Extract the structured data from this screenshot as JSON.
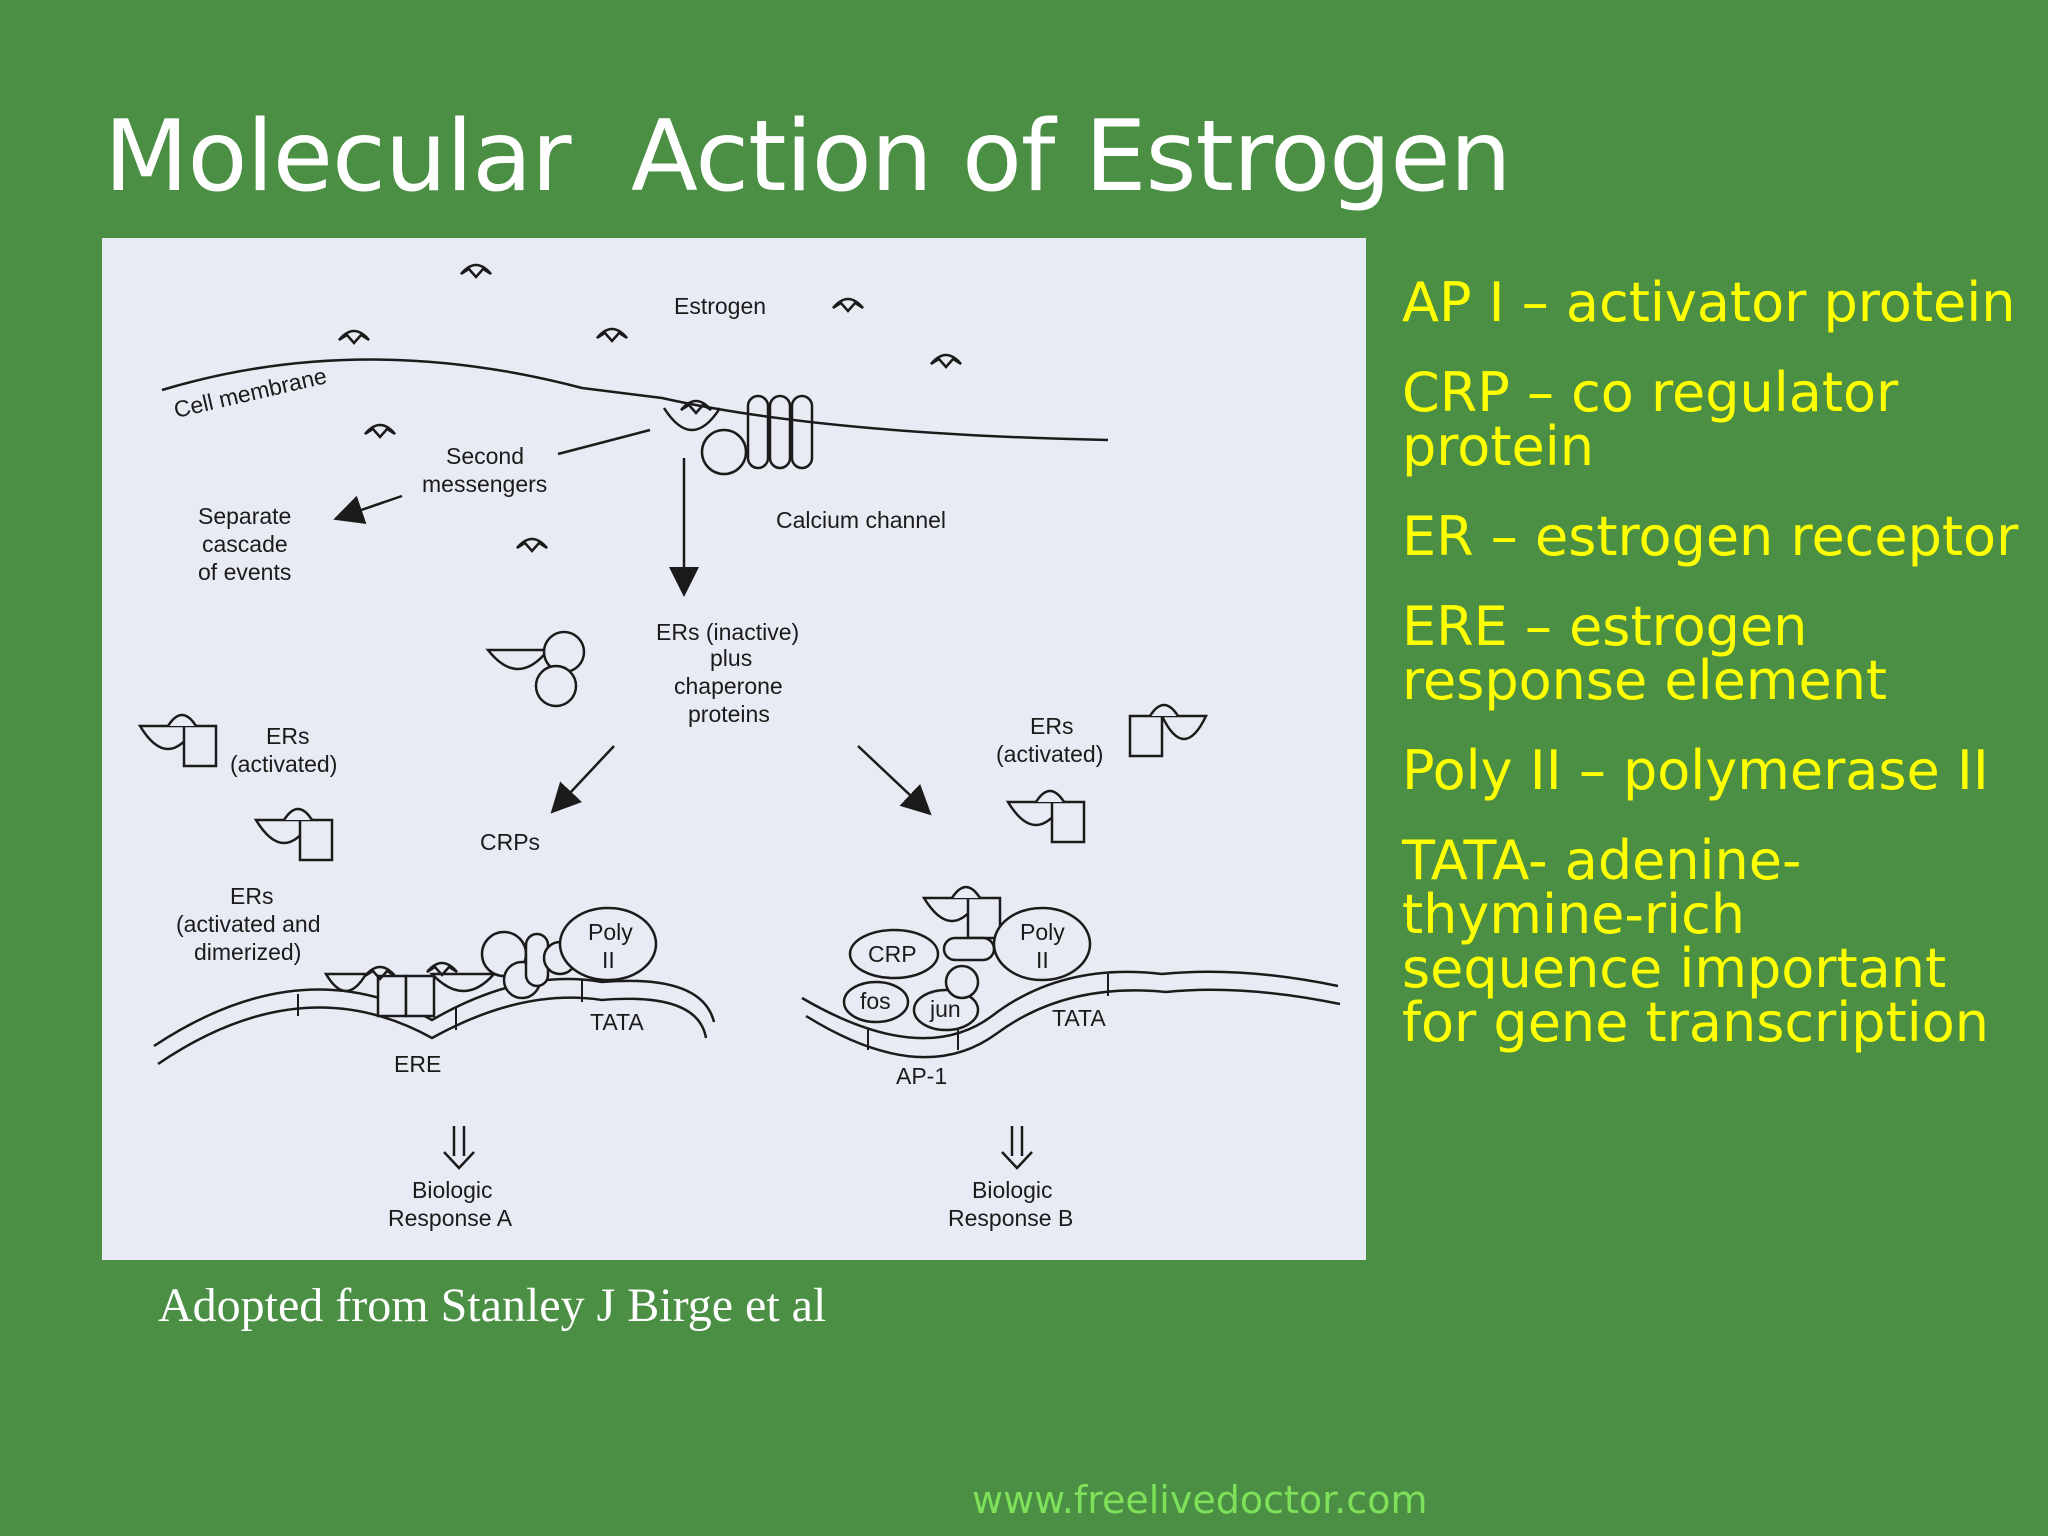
{
  "title": "Molecular  Action of Estrogen",
  "caption": "Adopted from Stanley J Birge et al",
  "footer_url": "www.freelivedoctor.com",
  "legend": [
    "AP I – activator protein",
    "CRP – co regulator protein",
    "ER – estrogen receptor",
    "ERE – estrogen response element",
    "Poly II – polymerase II",
    "TATA- adenine-thymine-rich sequence important for gene transcription"
  ],
  "diagram": {
    "estrogen": "Estrogen",
    "cell_membrane": "Cell membrane",
    "second_messengers": [
      "Second",
      "messengers"
    ],
    "separate_cascade": [
      "Separate",
      "cascade",
      "of events"
    ],
    "calcium_channel": "Calcium channel",
    "ers_inactive": [
      "ERs (inactive)",
      "plus",
      "chaperone",
      "proteins"
    ],
    "ers_activated_left": [
      "ERs",
      "(activated)"
    ],
    "ers_activated_right": [
      "ERs",
      "(activated)"
    ],
    "ers_dimerized": [
      "ERs",
      "(activated and",
      "dimerized)"
    ],
    "crps": "CRPs",
    "poly_left": [
      "Poly",
      "II"
    ],
    "poly_right": [
      "Poly",
      "II"
    ],
    "crp": "CRP",
    "fos": "fos",
    "jun": "jun",
    "tata_left": "TATA",
    "tata_right": "TATA",
    "ere": "ERE",
    "ap1": "AP-1",
    "response_a": [
      "Biologic",
      "Response A"
    ],
    "response_b": [
      "Biologic",
      "Response B"
    ]
  },
  "colors": {
    "background": "#4a8f44",
    "legend_text": "#ffff00",
    "title_text": "#ffffff",
    "footer_text": "#7fe05a",
    "figure_bg": "#e8ebf3"
  }
}
